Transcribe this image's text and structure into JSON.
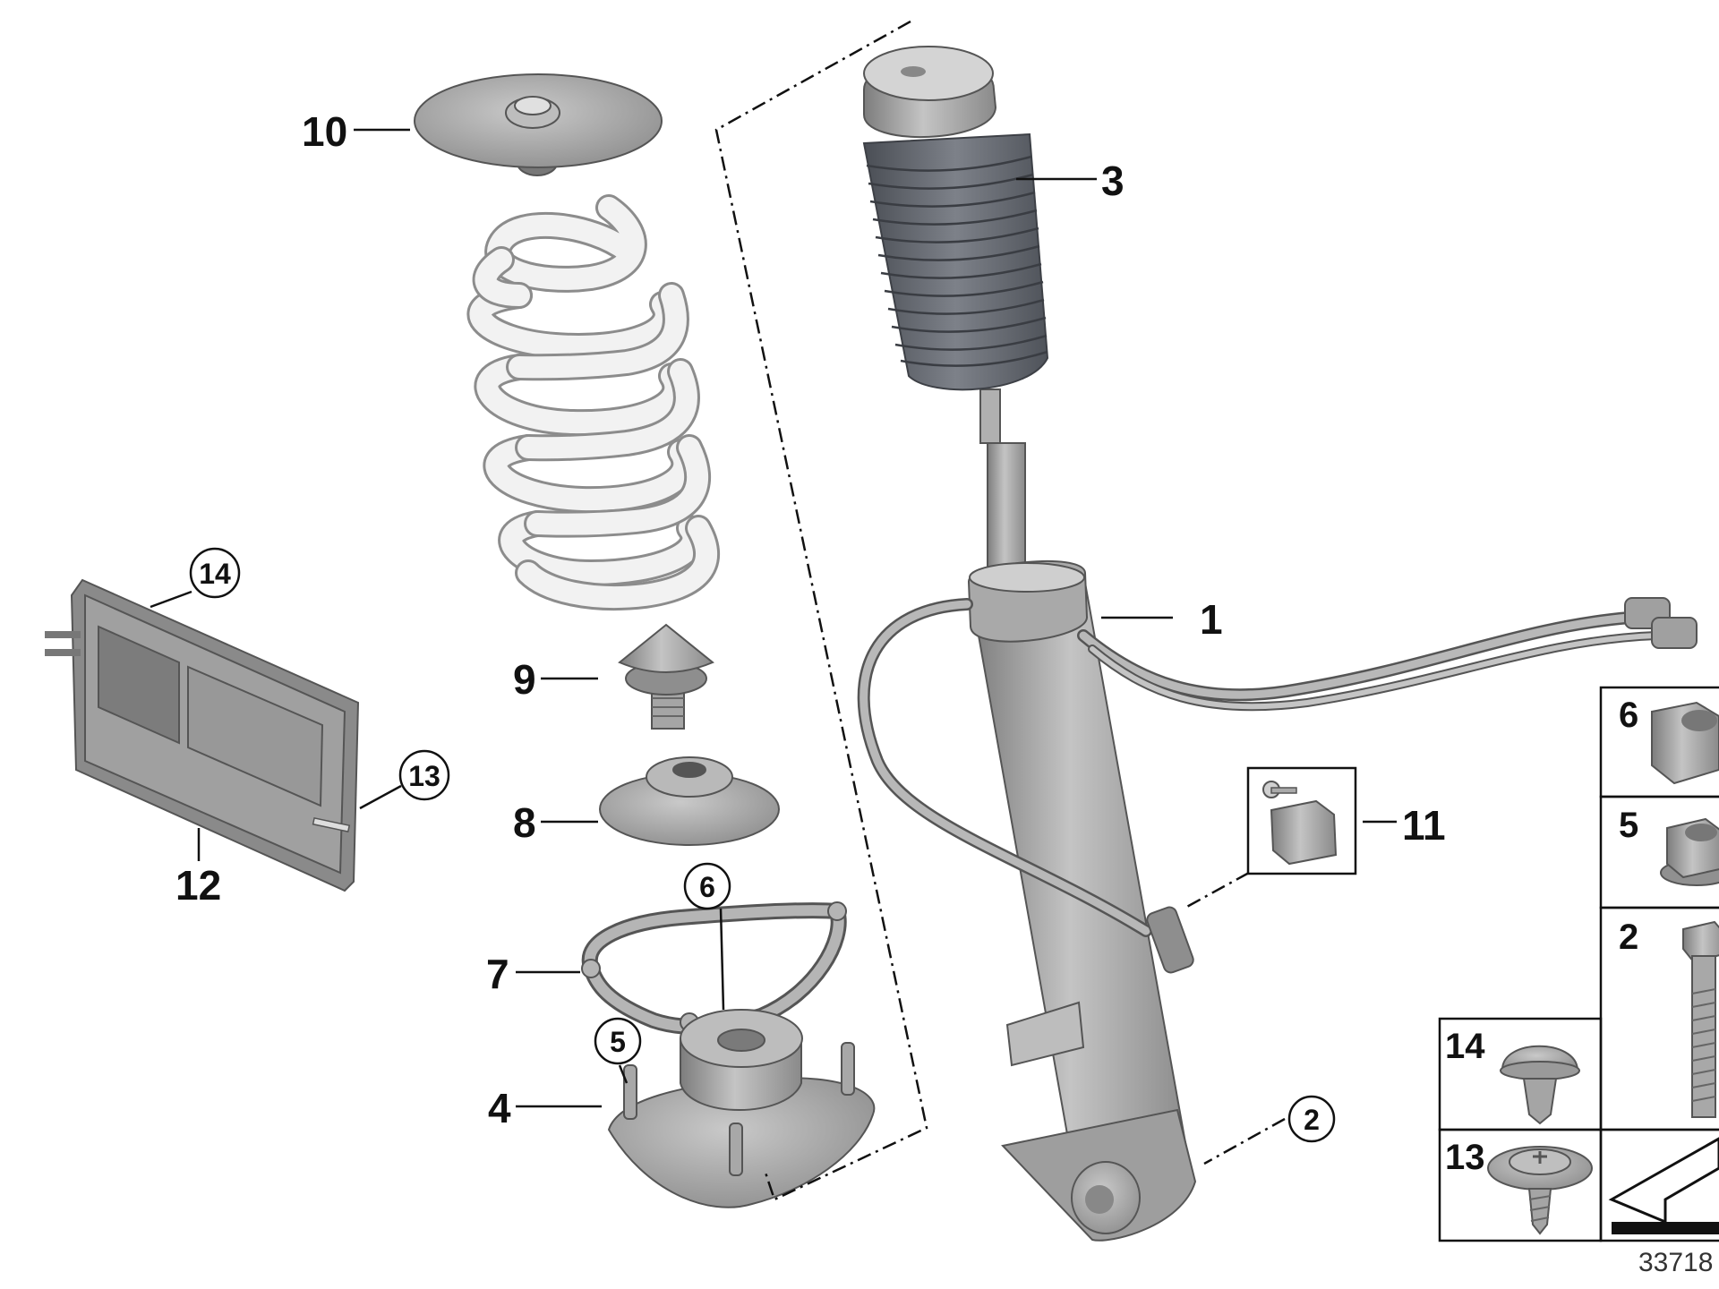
{
  "callouts": {
    "c1": "1",
    "c2": "2",
    "c3": "3",
    "c4": "4",
    "c5": "5",
    "c6": "6",
    "c7": "7",
    "c8": "8",
    "c9": "9",
    "c10": "10",
    "c11": "11",
    "c12": "12",
    "c13": "13",
    "c14": "14"
  },
  "key_panel": {
    "k6": "6",
    "k5": "5",
    "k2": "2",
    "k14": "14",
    "k13": "13"
  },
  "reference_number": "33718",
  "colors": {
    "part_gray": "#9a9a9a",
    "spring_white": "#f2f2f2",
    "boot_dark": "#5f636a",
    "line": "#111111"
  }
}
